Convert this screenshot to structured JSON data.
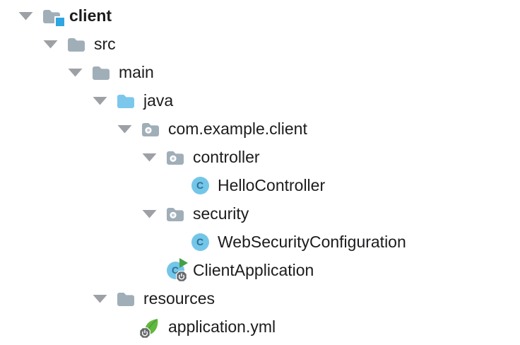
{
  "window": {
    "background": "#ffffff"
  },
  "palette": {
    "text": "#1c1c1e",
    "chevron_gray": "#9da1a5",
    "folder_gray": "#a0aeb8",
    "sources_folder_blue": "#7cc7ec",
    "module_badge_blue": "#2ea6e0",
    "package_dot_white": "#ffffff",
    "class_circle_blue": "#74c6e8",
    "class_letter_blue": "#2b6f94",
    "run_play_green": "#43a047",
    "boot_badge_gray": "#66696b",
    "resources_lines_amber": "#e9a63a",
    "spring_leaf_green": "#60b83f"
  },
  "icons": {
    "class_letter": "C"
  },
  "tree": {
    "rows": [
      {
        "label": "client",
        "depth": 0,
        "type": "module-folder",
        "expanded": true,
        "bold": true
      },
      {
        "label": "src",
        "depth": 1,
        "type": "folder",
        "expanded": true
      },
      {
        "label": "main",
        "depth": 2,
        "type": "folder",
        "expanded": true
      },
      {
        "label": "java",
        "depth": 3,
        "type": "sources-folder",
        "expanded": true
      },
      {
        "label": "com.example.client",
        "depth": 4,
        "type": "package",
        "expanded": true
      },
      {
        "label": "controller",
        "depth": 5,
        "type": "package",
        "expanded": true
      },
      {
        "label": "HelloController",
        "depth": 6,
        "type": "java-class",
        "leaf": true
      },
      {
        "label": "security",
        "depth": 5,
        "type": "package",
        "expanded": true
      },
      {
        "label": "WebSecurityConfiguration",
        "depth": 6,
        "type": "java-class",
        "leaf": true
      },
      {
        "label": "ClientApplication",
        "depth": 5,
        "type": "boot-main-class",
        "leaf": true
      },
      {
        "label": "resources",
        "depth": 3,
        "type": "resources-folder",
        "expanded": true
      },
      {
        "label": "application.yml",
        "depth": 4,
        "type": "boot-config-file",
        "leaf": true
      }
    ]
  }
}
